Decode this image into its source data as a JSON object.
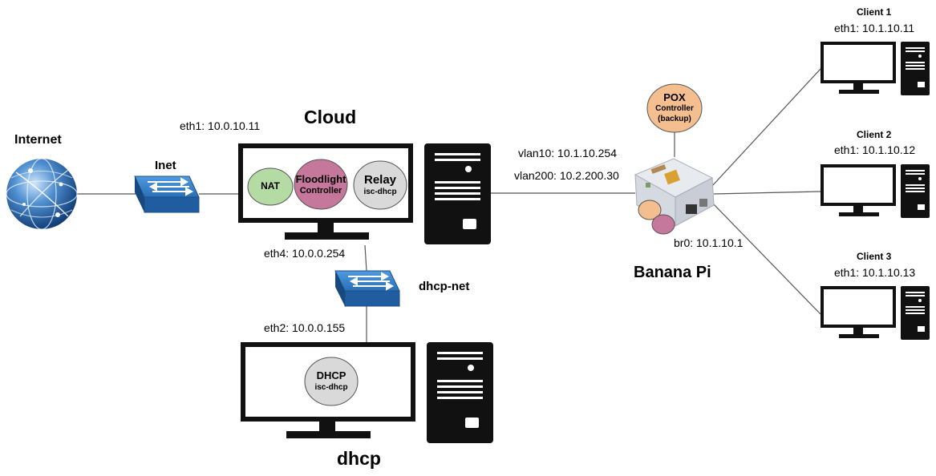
{
  "colors": {
    "nat": "#b5dba4",
    "floodlight": "#c6779c",
    "relay": "#d9d9d9",
    "pox": "#f4be8e",
    "dhcp": "#d9d9d9",
    "switch_blue": "#2c78c3",
    "monitor": "#111111",
    "line": "#555555"
  },
  "internet": {
    "label": "Internet",
    "icon": "globe-icon"
  },
  "inet_switch": {
    "label": "Inet",
    "icon": "network-switch-icon"
  },
  "cloud": {
    "title": "Cloud",
    "eth1": "eth1: 10.0.10.11",
    "eth4": "eth4: 10.0.0.254",
    "services": {
      "nat": "NAT",
      "floodlight": "Floodlight",
      "floodlight_sub": "Controller",
      "relay": "Relay",
      "relay_sub": "isc-dhcp"
    }
  },
  "dhcp_net": {
    "label": "dhcp-net",
    "icon": "network-switch-icon"
  },
  "dhcp_host": {
    "title": "dhcp",
    "eth2": "eth2: 10.0.0.155",
    "service": "DHCP",
    "service_sub": "isc-dhcp"
  },
  "uplink": {
    "vlan10": "vlan10: 10.1.10.254",
    "vlan200": "vlan200: 10.2.200.30"
  },
  "banana_pi": {
    "title": "Banana Pi",
    "br0": "br0: 10.1.10.1",
    "pox": "POX",
    "pox_sub1": "Controller",
    "pox_sub2": "(backup)"
  },
  "clients": [
    {
      "name": "Client 1",
      "eth": "eth1: 10.1.10.11"
    },
    {
      "name": "Client 2",
      "eth": "eth1: 10.1.10.12"
    },
    {
      "name": "Client 3",
      "eth": "eth1: 10.1.10.13"
    }
  ]
}
